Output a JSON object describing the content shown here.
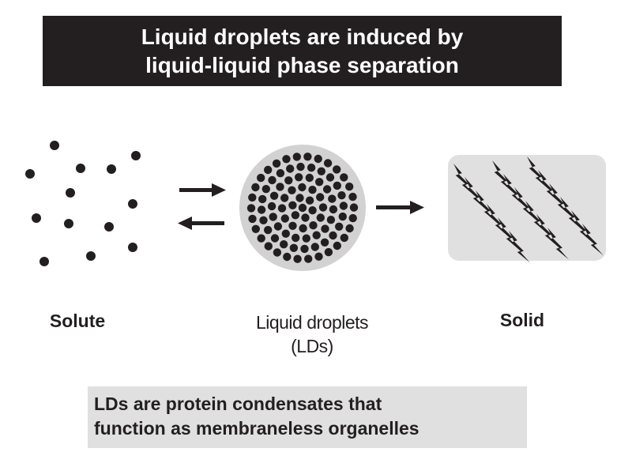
{
  "title": {
    "line1": "Liquid droplets are induced by",
    "line2": "liquid-liquid phase separation"
  },
  "labels": {
    "solute": "Solute",
    "droplet_line1": "Liquid droplets",
    "droplet_line2": "(LDs)",
    "solid": "Solid"
  },
  "footer": {
    "line1": "LDs are protein condensates that",
    "line2": "function as membraneless organelles"
  },
  "colors": {
    "dark": "#231f20",
    "droplet_fill": "#d2d2d2",
    "solid_box": "#e0e0e0",
    "footer_bg": "#e0e0e0"
  },
  "icons": {
    "reversible": "equilibrium-arrows-icon",
    "forward": "right-arrow-icon",
    "solid_shape": "lightning-bolt-icon"
  }
}
